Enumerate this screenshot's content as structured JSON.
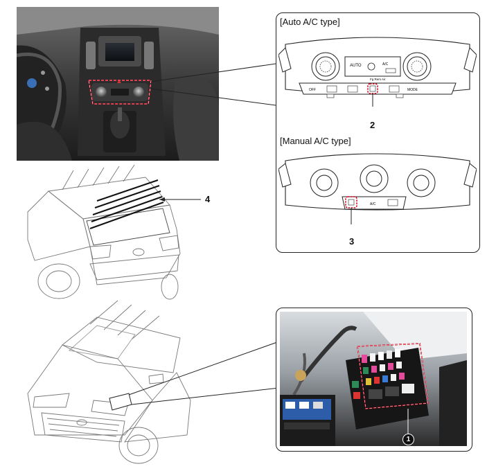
{
  "auto_panel": {
    "caption": "[Auto A/C type]",
    "callout": "2",
    "buttons": [
      "OFF",
      "MODE"
    ],
    "display_text": "A/C",
    "strip_label": "Fg Rem Air"
  },
  "manual_panel": {
    "caption": "[Manual A/C type]",
    "callout": "3",
    "buttons": [
      "A/C"
    ]
  },
  "rear_defogger": {
    "callout": "4"
  },
  "fuse_box": {
    "callout": "1"
  },
  "colors": {
    "highlight": "#d0021b",
    "line": "#222222"
  }
}
